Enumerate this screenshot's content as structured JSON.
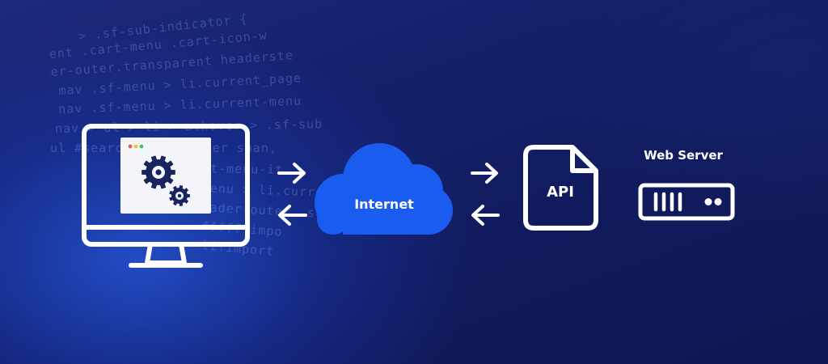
{
  "code_lines": [
    "  > .sf-sub-indicator {",
    "ent .cart-menu .cart-icon-w",
    "er-outer.transparent headerste",
    "mav .sf-menu > li.current_page",
    "nav .sf-menu > li.current-menu",
    "nav > ul > li > a:hover > .sf-sub",
    "ul #search-btn a:hover span,",
    "  .current-menu-it",
    "  .sf-menu > li.current-",
    "  #header-outer .scene",
    "  .fffff!impo",
    "  li!import"
  ],
  "diagram": {
    "internet_label": "Internet",
    "api_label": "API",
    "web_server_label": "Web Server"
  },
  "colors": {
    "cloud": "#1a5cf0",
    "gear": "#17245e",
    "window_bg": "#f4f5fa",
    "dot_red": "#ef5b4c",
    "dot_yellow": "#f2c131",
    "dot_green": "#3cc55b",
    "stroke": "#ffffff"
  }
}
